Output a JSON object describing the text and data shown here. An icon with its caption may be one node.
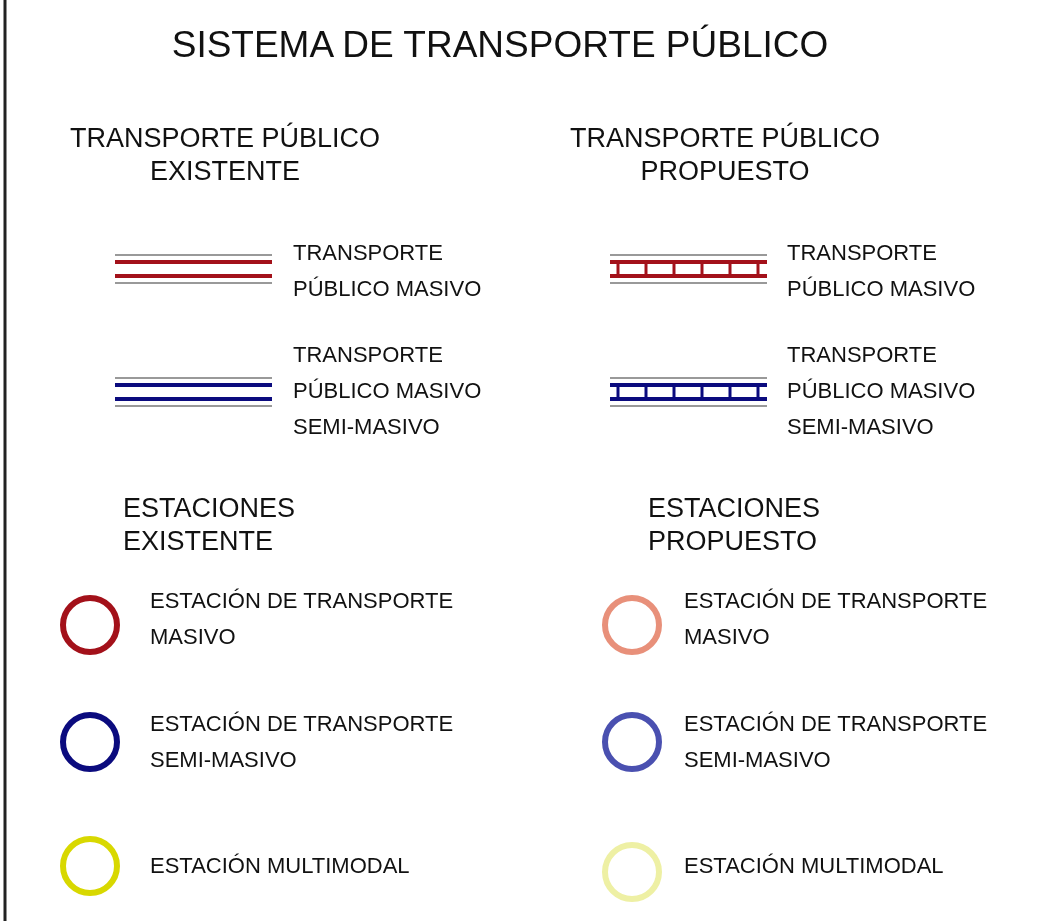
{
  "diagram": {
    "title": "SISTEMA DE TRANSPORTE PÚBLICO",
    "labels": [
      "TRANSPORTE PÚBLICO EXISTENTE",
      "TRANSPORTE PÚBLICO PROPUESTO",
      "ESTACIONES EXISTENTE",
      "ESTACIONES PROPUESTO"
    ],
    "legend": [
      {
        "text": "TRANSPORTE PÚBLICO MASIVO"
      },
      {
        "text": "TRANSPORTE PÚBLICO MASIVO"
      },
      {
        "text": "TRANSPORTE PÚBLICO MASIVO SEMI-MASIVO"
      },
      {
        "text": "TRANSPORTE PÚBLICO MASIVO SEMI-MASIVO"
      },
      {
        "text": "ESTACIÓN DE TRANSPORTE MASIVO"
      },
      {
        "text": "ESTACIÓN DE TRANSPORTE MASIVO"
      },
      {
        "text": "ESTACIÓN DE TRANSPORTE SEMI-MASIVO"
      },
      {
        "text": "ESTACIÓN DE TRANSPORTE SEMI-MASIVO"
      },
      {
        "text": "ESTACIÓN MULTIMODAL"
      },
      {
        "text": "ESTACIÓN MULTIMODAL"
      }
    ]
  }
}
